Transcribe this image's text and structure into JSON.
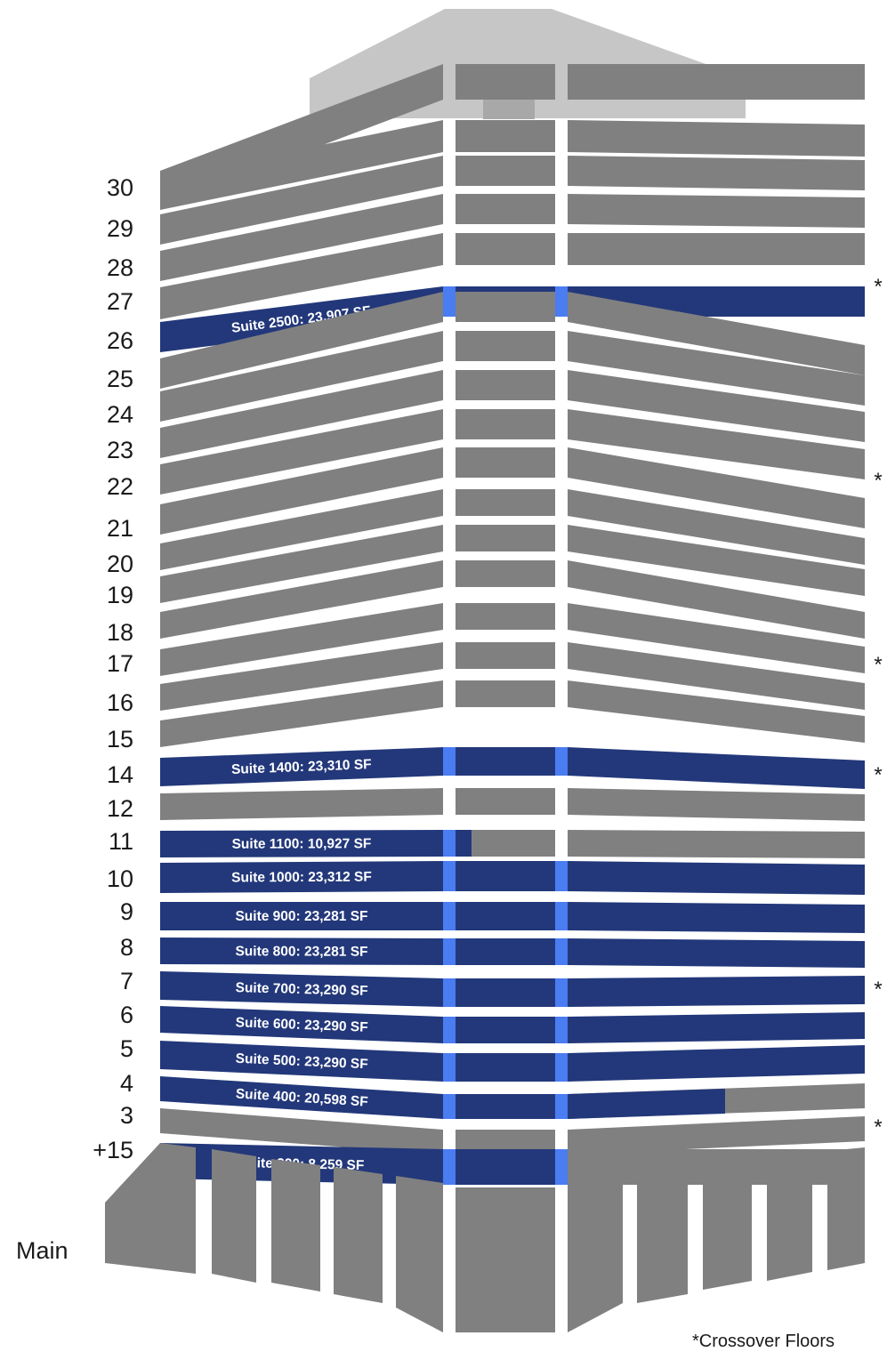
{
  "floor_labels": [
    "30",
    "29",
    "28",
    "27",
    "26",
    "25",
    "24",
    "23",
    "22",
    "21",
    "20",
    "19",
    "18",
    "17",
    "16",
    "15",
    "14",
    "12",
    "11",
    "10",
    "9",
    "8",
    "7",
    "6",
    "5",
    "4",
    "3",
    "+15",
    "Main"
  ],
  "crossover_floors": [
    "27",
    "22",
    "17",
    "14",
    "7",
    "3"
  ],
  "crossover_mark": "*",
  "legend": "*Crossover Floors",
  "suites": [
    {
      "id": "2500",
      "floor": "26",
      "label": "Suite 2500: 23,907 SF",
      "available": "full"
    },
    {
      "id": "1400",
      "floor": "14",
      "label": "Suite 1400: 23,310 SF",
      "available": "full"
    },
    {
      "id": "1100",
      "floor": "11",
      "label": "Suite 1100: 10,927 SF",
      "available": "partial"
    },
    {
      "id": "1000",
      "floor": "10",
      "label": "Suite 1000: 23,312 SF",
      "available": "full"
    },
    {
      "id": "900",
      "floor": "9",
      "label": "Suite 900: 23,281 SF",
      "available": "full"
    },
    {
      "id": "800",
      "floor": "8",
      "label": "Suite 800: 23,281 SF",
      "available": "full"
    },
    {
      "id": "700",
      "floor": "7",
      "label": "Suite 700: 23,290 SF",
      "available": "full"
    },
    {
      "id": "600",
      "floor": "6",
      "label": "Suite 600: 23,290 SF",
      "available": "full"
    },
    {
      "id": "500",
      "floor": "5",
      "label": "Suite 500: 23,290 SF",
      "available": "full"
    },
    {
      "id": "400",
      "floor": "4",
      "label": "Suite 400: 20,598 SF",
      "available": "partial"
    },
    {
      "id": "320",
      "floor": "+15",
      "label": "Suite 320: 8,259 SF",
      "available": "partial"
    }
  ],
  "colors": {
    "floor": "#808080",
    "suite": "#23387a",
    "suite_core": "#4a7cf2",
    "roof": "#c6c6c6",
    "roof_dark": "#a8a8a8"
  }
}
